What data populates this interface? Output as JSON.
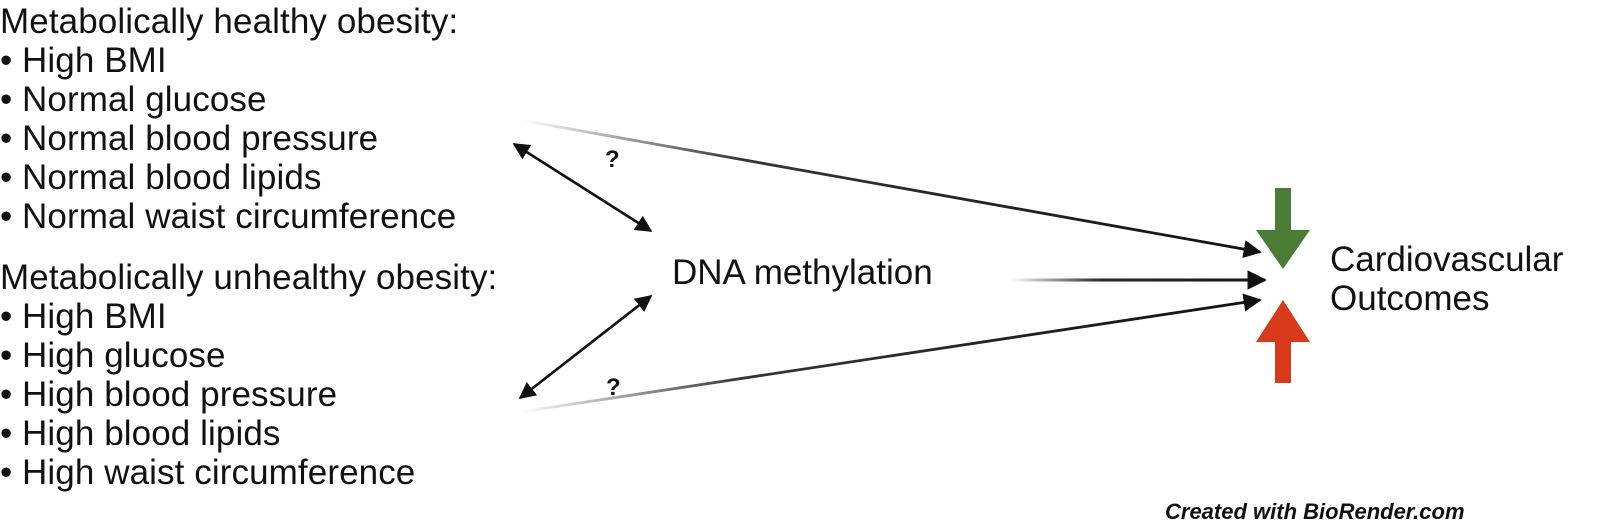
{
  "healthy": {
    "heading": "Metabolically healthy obesity:",
    "items": [
      "High BMI",
      "Normal glucose",
      "Normal blood pressure",
      "Normal blood lipids",
      "Normal waist circumference"
    ]
  },
  "unhealthy": {
    "heading": "Metabolically unhealthy obesity:",
    "items": [
      "High BMI",
      "High glucose",
      "High blood pressure",
      "High blood lipids",
      "High waist circumference"
    ]
  },
  "bullet": "•",
  "mediator": {
    "label": "DNA methylation"
  },
  "outcome": {
    "line1": "Cardiovascular",
    "line2": "Outcomes"
  },
  "question_mark": "?",
  "indicators": {
    "decrease_color": "#4b7c35",
    "increase_color": "#d63a1a"
  },
  "credit": "Created with BioRender.com"
}
